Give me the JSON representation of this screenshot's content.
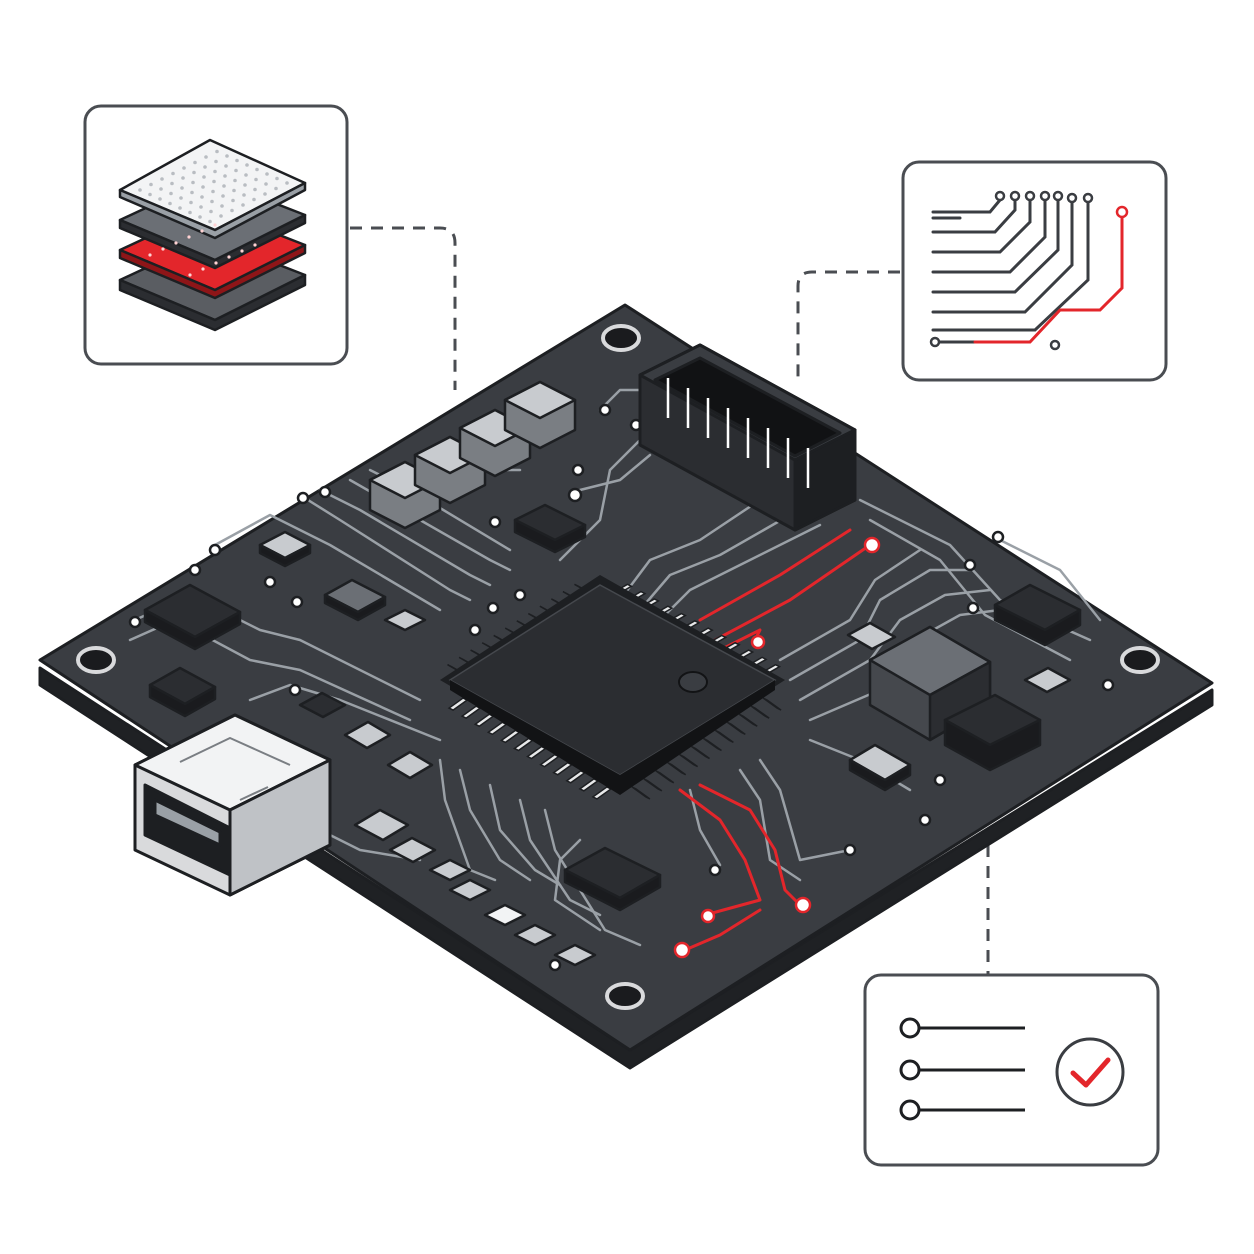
{
  "colors": {
    "background": "#ffffff",
    "board": "#3a3d42",
    "board_edge": "#1f2124",
    "trace": "#9aa0a6",
    "highlight_trace": "#e3262b",
    "outline": "#1d1f22",
    "card_border": "#4a4d52",
    "chip": "#2b2d31",
    "connector_metal": "#d9dadc",
    "check": "#e3262b"
  },
  "icons": {
    "layers_card": "layer-stack-icon",
    "routing_card": "circuit-routing-icon",
    "checklist_card": "checklist-check-icon",
    "main_chip": "microcontroller-icon",
    "usb_port": "usb-connector-icon",
    "header": "pin-header-icon"
  },
  "layer_stack": {
    "layers": [
      "top-silkscreen",
      "copper-top",
      "signal-highlight",
      "bottom"
    ]
  },
  "checklist": {
    "item_count_shown": 3,
    "status": "checked"
  }
}
